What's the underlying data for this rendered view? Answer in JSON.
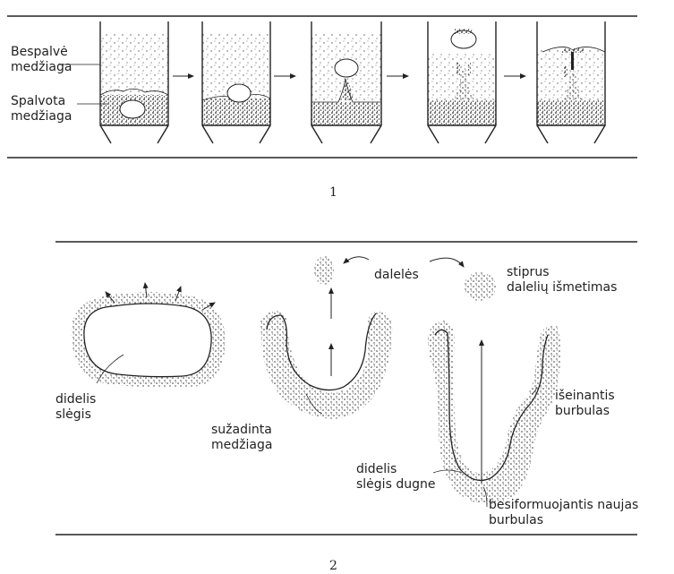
{
  "panel1": {
    "label_colorless": "Bespalvė\nmedžiaga",
    "label_colored": "Spalvota\nmedžiaga",
    "figure_number": "1"
  },
  "panel2": {
    "label_high_pressure": "didelis\nslėgis",
    "label_disturbed": "sužadinta\nmedžiaga",
    "label_particles": "dalelės",
    "label_strong_ejection": "stiprus\ndalelių išmetimas",
    "label_exiting_bubble": "išeinantis\nburbulas",
    "label_bottom_pressure": "didelis\nslėgis dugne",
    "label_new_bubble": "besiformuojantis naujas\nburbulas",
    "figure_number": "2"
  },
  "colors": {
    "ink": "#222222",
    "background": "#ffffff"
  }
}
